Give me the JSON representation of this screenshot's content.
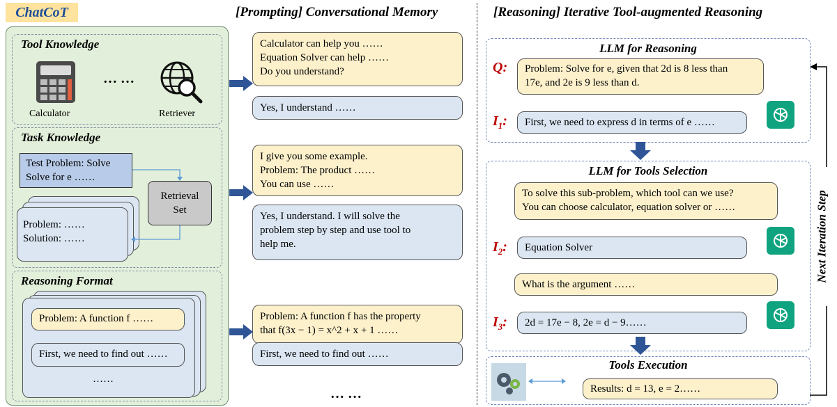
{
  "headers": {
    "chatcot": "ChatCoT",
    "prompting": "[Prompting] Conversational Memory",
    "reasoning": "[Reasoning] Iterative Tool-augmented Reasoning"
  },
  "left": {
    "tool_knowledge": {
      "title": "Tool Knowledge",
      "calculator": "Calculator",
      "retriever": "Retriever",
      "dots": "… …"
    },
    "task_knowledge": {
      "title": "Task Knowledge",
      "test_problem_line1": "Test Problem: Solve",
      "test_problem_line2": "Solve for e ……",
      "retrieval_set_line1": "Retrieval",
      "retrieval_set_line2": "Set",
      "problem": "Problem: ……",
      "solution": "Solution: ……"
    },
    "reasoning_format": {
      "title": "Reasoning Format",
      "problem": "Problem: A function f ……",
      "first": "First, we need to find out ……",
      "dots": "……"
    }
  },
  "middle": {
    "b1_line1": "Calculator can help you ……",
    "b1_line2": "Equation Solver can help ……",
    "b1_line3": "Do you understand?",
    "b2": "Yes, I understand ……",
    "b3_line1": "I give you some example.",
    "b3_line2": "Problem: The product ……",
    "b3_line3": "You can use ……",
    "b4_line1": "Yes, I understand. I will solve the",
    "b4_line2": "problem step by step and use tool to",
    "b4_line3": "help me.",
    "b5_line1": "Problem: A function f has the property",
    "b5_line2": "that f(3x − 1) = x^2 + x + 1 ……",
    "b6": "First, we need to find out ……",
    "dots": "… …"
  },
  "right": {
    "llm_reasoning": "LLM for Reasoning",
    "q_label": "Q:",
    "q_line1": "Problem: Solve for e, given that 2d is 8 less than",
    "q_line2": "17e, and 2e is 9 less than d.",
    "i1_label": "I",
    "i1_sub": "1",
    "i1_text": "First, we need to express d in terms of e ……",
    "llm_tools": "LLM for Tools Selection",
    "sel_line1": "To solve this sub-problem, which tool can we use?",
    "sel_line2": "You can choose calculator, equation solver or ……",
    "i2_label": "I",
    "i2_sub": "2",
    "i2_text": "Equation Solver",
    "arg_q": "What is the argument ……",
    "i3_label": "I",
    "i3_sub": "3",
    "i3_text": "2d = 17e − 8, 2e = d − 9……",
    "tools_exec": "Tools Execution",
    "results": "Results: d = 13, e = 2……",
    "next_step": "Next Iteration Step"
  },
  "colors": {
    "panel_green": "#e2efda",
    "bubble_yellow": "#fdf1cc",
    "bubble_blue": "#dbe6f2",
    "arrow_blue": "#2f5597",
    "gpt_green": "#10a37f",
    "label_red": "#c00000"
  }
}
